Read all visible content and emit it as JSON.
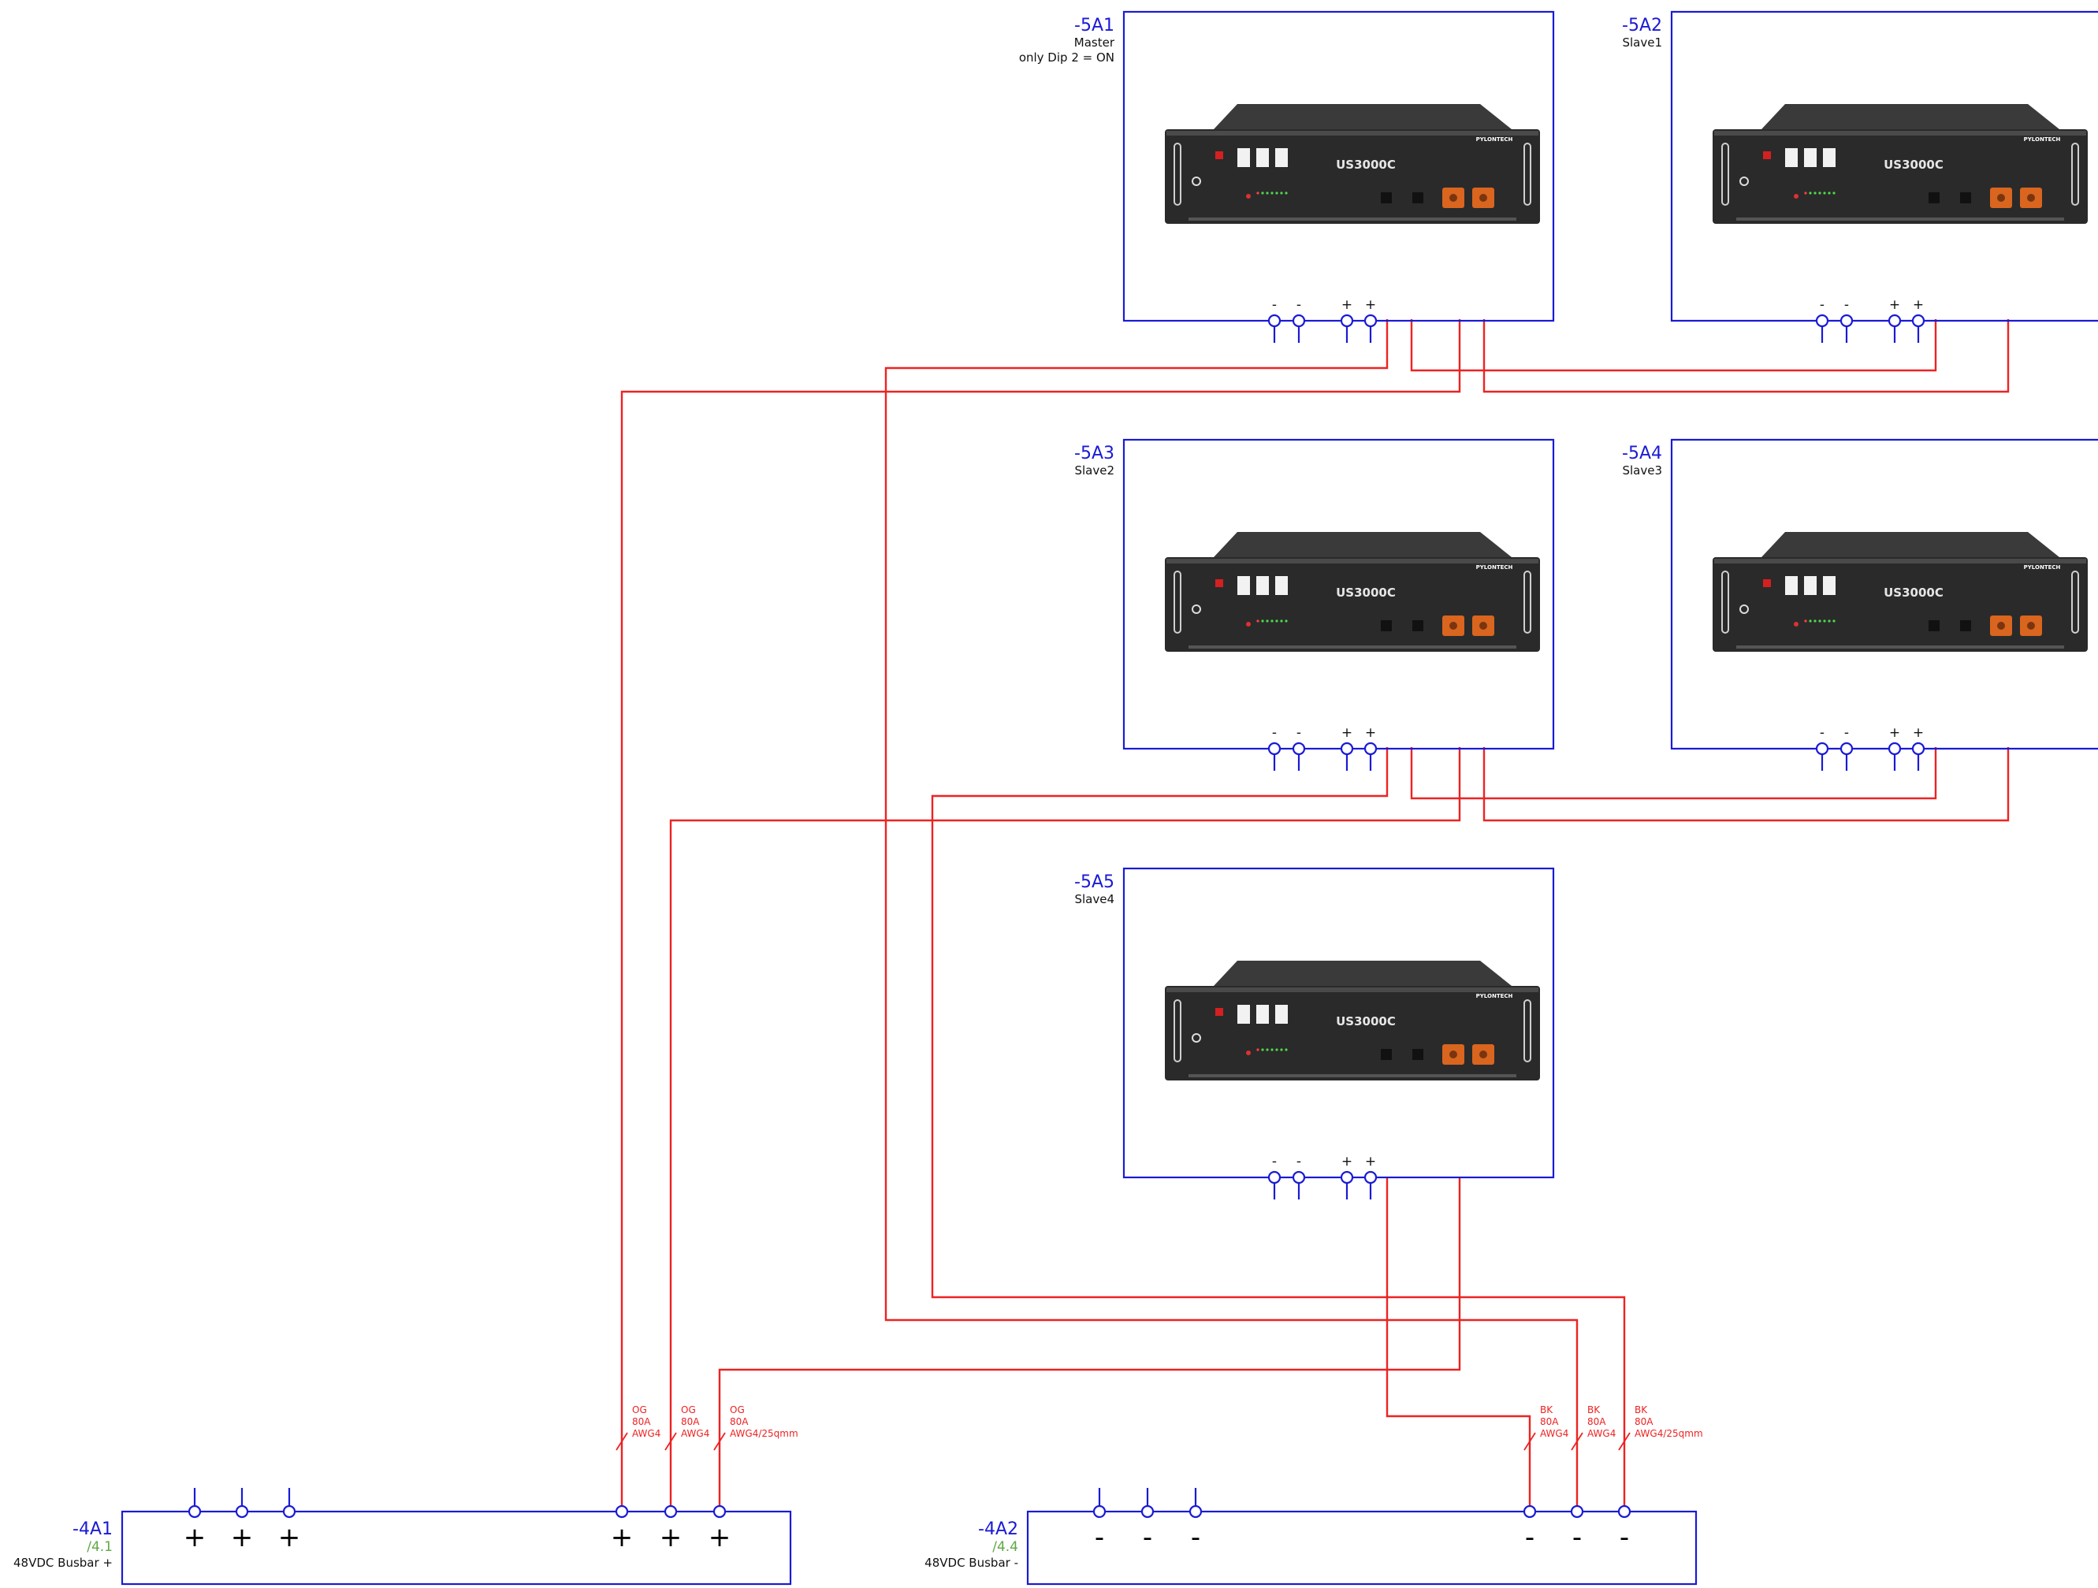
{
  "battery_model": "US3000C",
  "battery_brand": "PYLONTECH",
  "colors": {
    "frame": "#1a1ad6",
    "wire": "#ee2222",
    "reference": "#5fa845",
    "battery_body": "#2a2a2a",
    "battery_terminal": "#d9651f"
  },
  "terminal_labels": {
    "negative": "-",
    "positive": "+"
  },
  "batteries": [
    {
      "tag": "-5A1",
      "role": "Master",
      "note": "only Dip 2 = ON"
    },
    {
      "tag": "-5A2",
      "role": "Slave1"
    },
    {
      "tag": "-5A3",
      "role": "Slave2"
    },
    {
      "tag": "-5A4",
      "role": "Slave3"
    },
    {
      "tag": "-5A5",
      "role": "Slave4"
    }
  ],
  "busbars": [
    {
      "tag": "-4A1",
      "ref": "/4.1",
      "name": "48VDC Busbar +",
      "sign": "+"
    },
    {
      "tag": "-4A2",
      "ref": "/4.4",
      "name": "48VDC Busbar -",
      "sign": "-"
    }
  ],
  "cables": [
    {
      "color_code": "OG",
      "current": "80A",
      "size": "AWG4"
    },
    {
      "color_code": "OG",
      "current": "80A",
      "size": "AWG4"
    },
    {
      "color_code": "OG",
      "current": "80A",
      "size": "AWG4/25qmm"
    },
    {
      "color_code": "BK",
      "current": "80A",
      "size": "AWG4"
    },
    {
      "color_code": "BK",
      "current": "80A",
      "size": "AWG4"
    },
    {
      "color_code": "BK",
      "current": "80A",
      "size": "AWG4/25qmm"
    }
  ]
}
